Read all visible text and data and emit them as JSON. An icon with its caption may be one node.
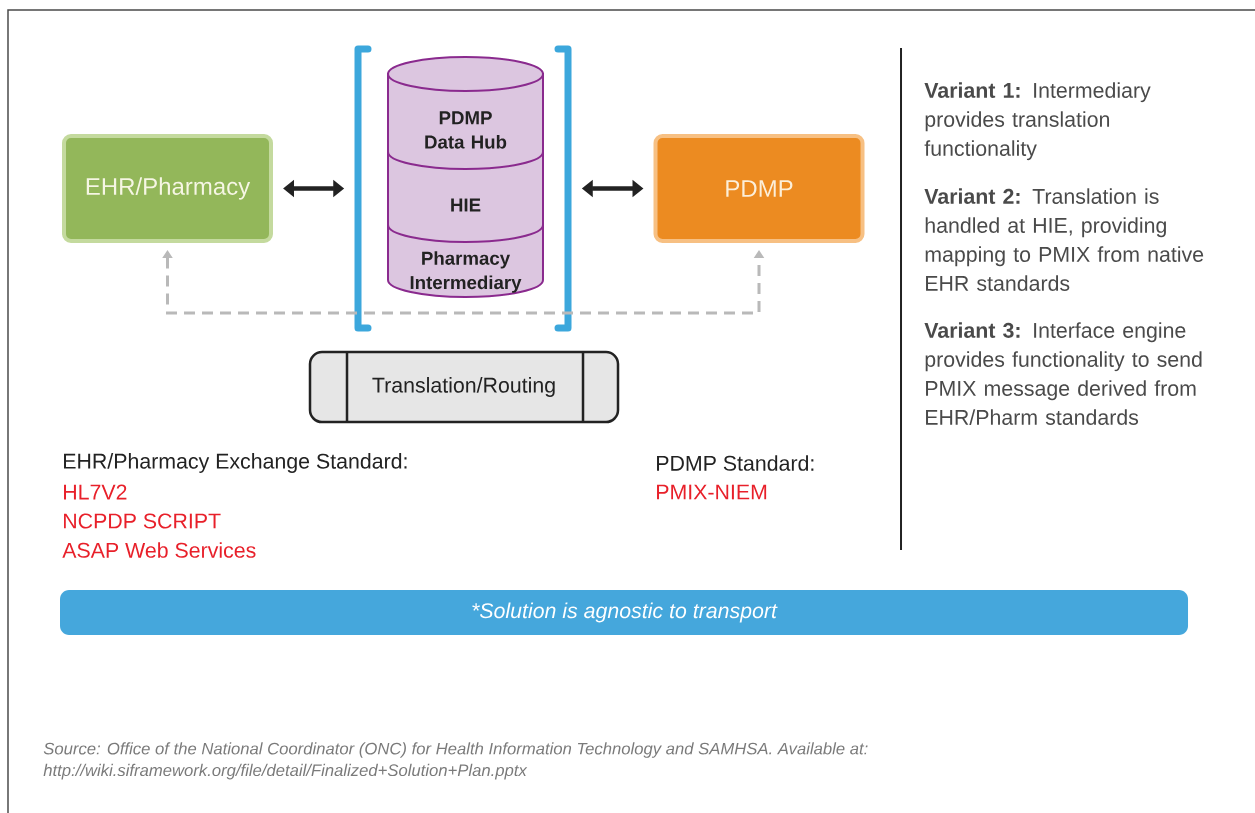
{
  "diagram": {
    "caption": "Source: Office of the National Coordinator (ONC) for Health Information Technology and SAMHSA. Available at: http://wiki.siframework.org/file/detail/Finalized+Solution+Plan.pptx",
    "nodes": [
      {
        "text": [
          "EHR/Pharmacy"
        ]
      },
      {
        "text": [
          "PDMP"
        ]
      },
      {
        "text": [],
        "shape": "bracket"
      },
      {
        "text": [
          "PDMP Data Hub",
          "HIE",
          "Pharmacy Intermediary"
        ],
        "in": 2
      },
      {
        "text": [
          "Translation/Routing"
        ]
      },
      {
        "text": [
          "*Solution is agnostic to transport"
        ]
      }
    ],
    "edges": [
      {
        "from": 0,
        "to": 2,
        "arrow": "both"
      },
      {
        "from": 2,
        "to": 1,
        "arrow": "both"
      },
      {
        "from": 0,
        "to": 1,
        "arrow": "both",
        "style": "dashed",
        "color": "#b9b9b9"
      }
    ],
    "labels": [
      "EHR/Pharmacy Exchange Standard:",
      "HL7V2",
      "NCPDP SCRIPT",
      "ASAP Web Services",
      "PDMP Standard:",
      "PMIX-NIEM",
      "**Variant 1:** Intermediary provides translation functionality",
      "**Variant 2:** Translation is handled at HIE, providing mapping to PMIX from native EHR standards",
      "**Variant 3:** Interface engine provides functionality to send PMIX message derived from EHR/Pharm standards"
    ]
  }
}
